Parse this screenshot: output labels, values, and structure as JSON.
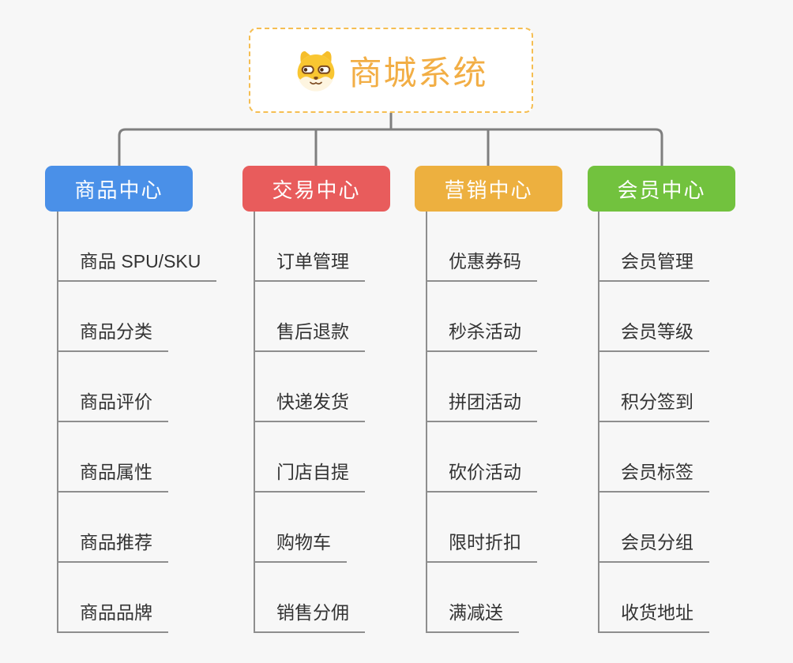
{
  "page": {
    "background_color": "#f7f7f7",
    "connector_color": "#7f7f7f",
    "line_color": "#8e8e8e",
    "text_color": "#333333"
  },
  "root": {
    "title": "商城系统",
    "icon": "shiba-dog-icon",
    "border_color": "#F5BE52",
    "title_color": "#F2AE45",
    "background_color": "#ffffff"
  },
  "branches": [
    {
      "label": "商品中心",
      "color": "#4A90E8",
      "items": [
        "商品 SPU/SKU",
        "商品分类",
        "商品评价",
        "商品属性",
        "商品推荐",
        "商品品牌"
      ]
    },
    {
      "label": "交易中心",
      "color": "#E85C5C",
      "items": [
        "订单管理",
        "售后退款",
        "快递发货",
        "门店自提",
        "购物车",
        "销售分佣"
      ]
    },
    {
      "label": "营销中心",
      "color": "#EDB03F",
      "items": [
        "优惠券码",
        "秒杀活动",
        "拼团活动",
        "砍价活动",
        "限时折扣",
        "满减送"
      ]
    },
    {
      "label": "会员中心",
      "color": "#72C23E",
      "items": [
        "会员管理",
        "会员等级",
        "积分签到",
        "会员标签",
        "会员分组",
        "收货地址"
      ]
    }
  ]
}
